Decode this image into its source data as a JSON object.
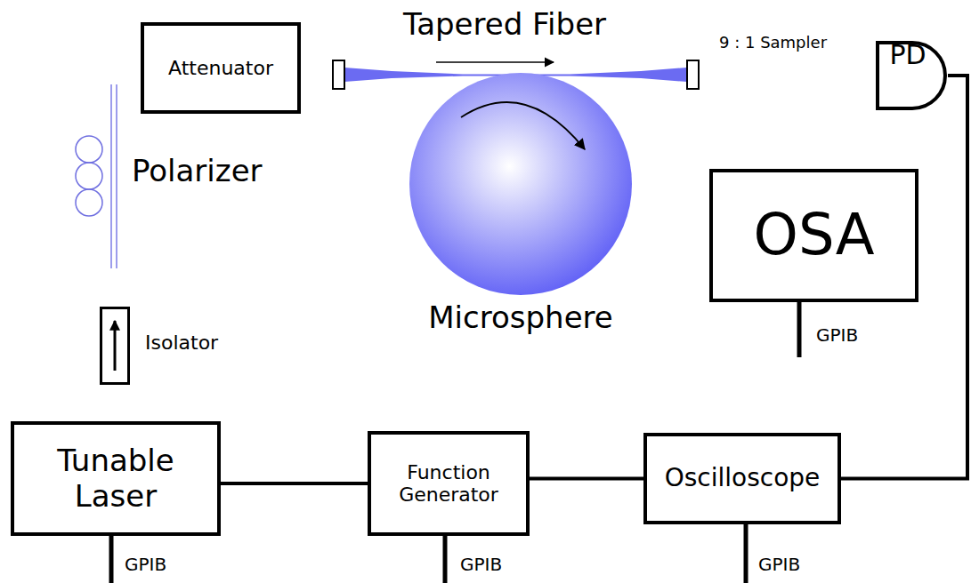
{
  "diagram": {
    "nodes": [
      {
        "text": [
          "Attenuator"
        ]
      },
      {
        "text": [
          "PD"
        ]
      },
      {
        "text": [
          "Polarizer"
        ]
      },
      {
        "text": [
          "Microsphere"
        ]
      },
      {
        "text": [
          "OSA"
        ]
      },
      {
        "text": [
          "Isolator"
        ]
      },
      {
        "text": [
          "Tunable Laser"
        ]
      },
      {
        "text": [
          "Function Generator"
        ]
      },
      {
        "text": [
          "Oscilloscope"
        ]
      }
    ],
    "edges": [
      {
        "from": 6,
        "to": 7,
        "arrow": "none"
      },
      {
        "from": 7,
        "to": 8,
        "arrow": "none"
      },
      {
        "from": 8,
        "to": 1,
        "arrow": "none"
      }
    ],
    "labels": [
      "Tapered Fiber",
      "9 : 1 Sampler",
      "GPIB",
      "GPIB",
      "GPIB",
      "GPIB"
    ]
  }
}
